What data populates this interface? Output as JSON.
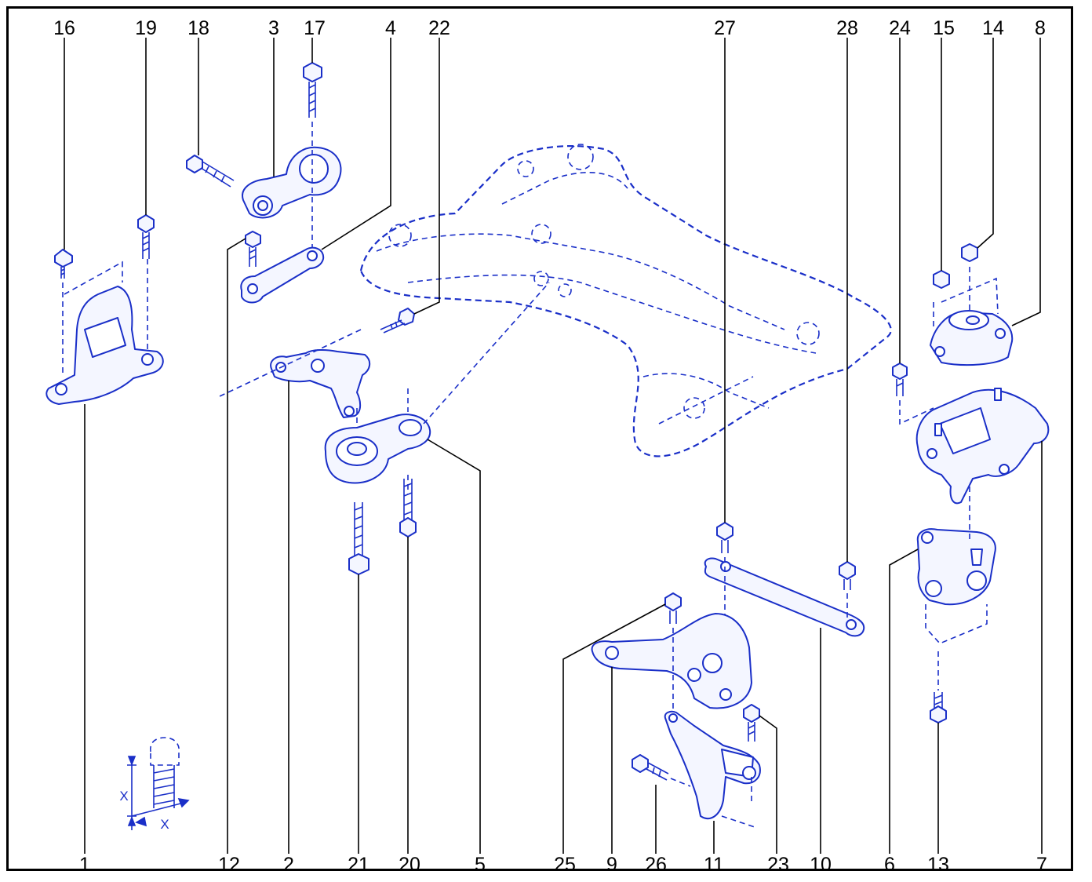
{
  "diagram": {
    "callouts_top": [
      "16",
      "19",
      "18",
      "3",
      "17",
      "4",
      "22",
      "27",
      "28",
      "24",
      "15",
      "14",
      "8"
    ],
    "callouts_bottom": [
      "1",
      "12",
      "2",
      "21",
      "20",
      "5",
      "25",
      "9",
      "26",
      "11",
      "23",
      "10",
      "6",
      "13",
      "7"
    ],
    "dimension_label": "X",
    "colors": {
      "line": "#1a2fc8",
      "fill": "#f4f6ff",
      "text": "#000000",
      "frame": "#000000"
    }
  }
}
